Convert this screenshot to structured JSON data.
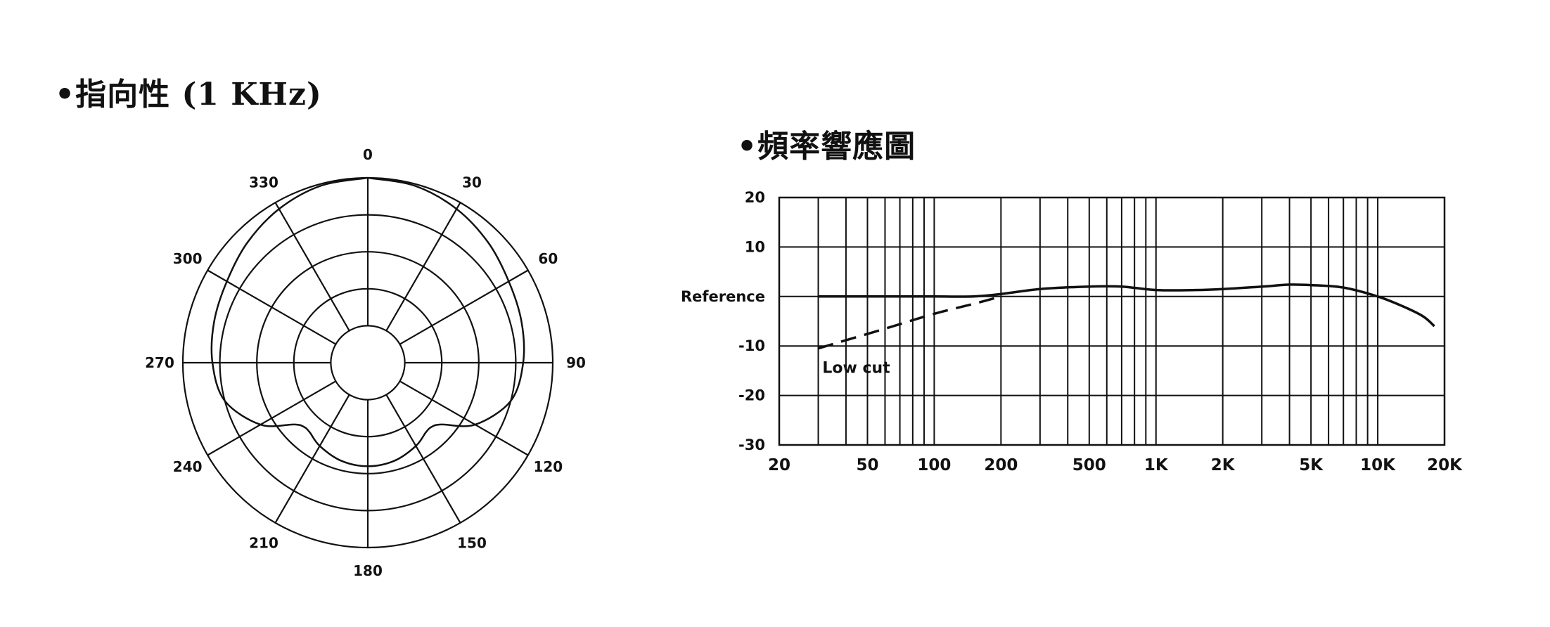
{
  "polar": {
    "title": "•指向性 (1 KHz)",
    "angle_labels": [
      "0",
      "30",
      "60",
      "90",
      "120",
      "150",
      "180",
      "210",
      "240",
      "270",
      "300",
      "330"
    ]
  },
  "frequency": {
    "title": "•頻率響應圖"
  },
  "chart_data": [
    {
      "type": "polar",
      "title": "•指向性 (1 KHz)",
      "angles_deg": [
        0,
        30,
        60,
        90,
        120,
        150,
        180,
        210,
        240,
        270,
        300,
        330
      ],
      "ring_count": 5,
      "series": [
        {
          "angles_deg": [
            0,
            15,
            30,
            45,
            60,
            75,
            90,
            105,
            120,
            130,
            135,
            140,
            150,
            165,
            180,
            195,
            210,
            220,
            225,
            230,
            240,
            255,
            270,
            285,
            300,
            315,
            330,
            345,
            360
          ],
          "radius_fraction": [
            1.0,
            0.99,
            0.96,
            0.92,
            0.88,
            0.86,
            0.84,
            0.8,
            0.67,
            0.52,
            0.49,
            0.49,
            0.52,
            0.55,
            0.56,
            0.55,
            0.52,
            0.49,
            0.49,
            0.52,
            0.67,
            0.8,
            0.84,
            0.86,
            0.88,
            0.92,
            0.96,
            0.99,
            1.0
          ]
        }
      ]
    },
    {
      "type": "line",
      "title": "•頻率響應圖",
      "x_scale": "log",
      "x_ticks": [
        "20",
        "50",
        "100",
        "200",
        "500",
        "1K",
        "2K",
        "5K",
        "10K",
        "20K"
      ],
      "x_tick_values": [
        20,
        50,
        100,
        200,
        500,
        1000,
        2000,
        5000,
        10000,
        20000
      ],
      "y_ticks": [
        "20",
        "10",
        "Reference",
        "-10",
        "-20",
        "-30"
      ],
      "y_tick_values": [
        20,
        10,
        0,
        -10,
        -20,
        -30
      ],
      "ylim": [
        -30,
        20
      ],
      "xlim": [
        20,
        20000
      ],
      "grid": true,
      "series": [
        {
          "x": [
            30,
            50,
            100,
            150,
            200,
            300,
            500,
            700,
            1000,
            1500,
            2000,
            3000,
            4000,
            5000,
            7000,
            10000,
            13000,
            16000,
            18000
          ],
          "y": [
            0,
            0,
            0,
            0,
            0.5,
            1.5,
            2.0,
            2.0,
            1.3,
            1.3,
            1.5,
            2.0,
            2.4,
            2.3,
            1.8,
            0,
            -2.0,
            -4.0,
            -6.0
          ]
        },
        {
          "name": "Low cut",
          "dashed": true,
          "x": [
            30,
            60,
            100,
            150,
            200
          ],
          "y": [
            -10.5,
            -6.5,
            -3.5,
            -1.5,
            0
          ]
        }
      ],
      "annotations": [
        {
          "text": "Low cut",
          "x": 32,
          "y": -14.5
        }
      ]
    }
  ]
}
